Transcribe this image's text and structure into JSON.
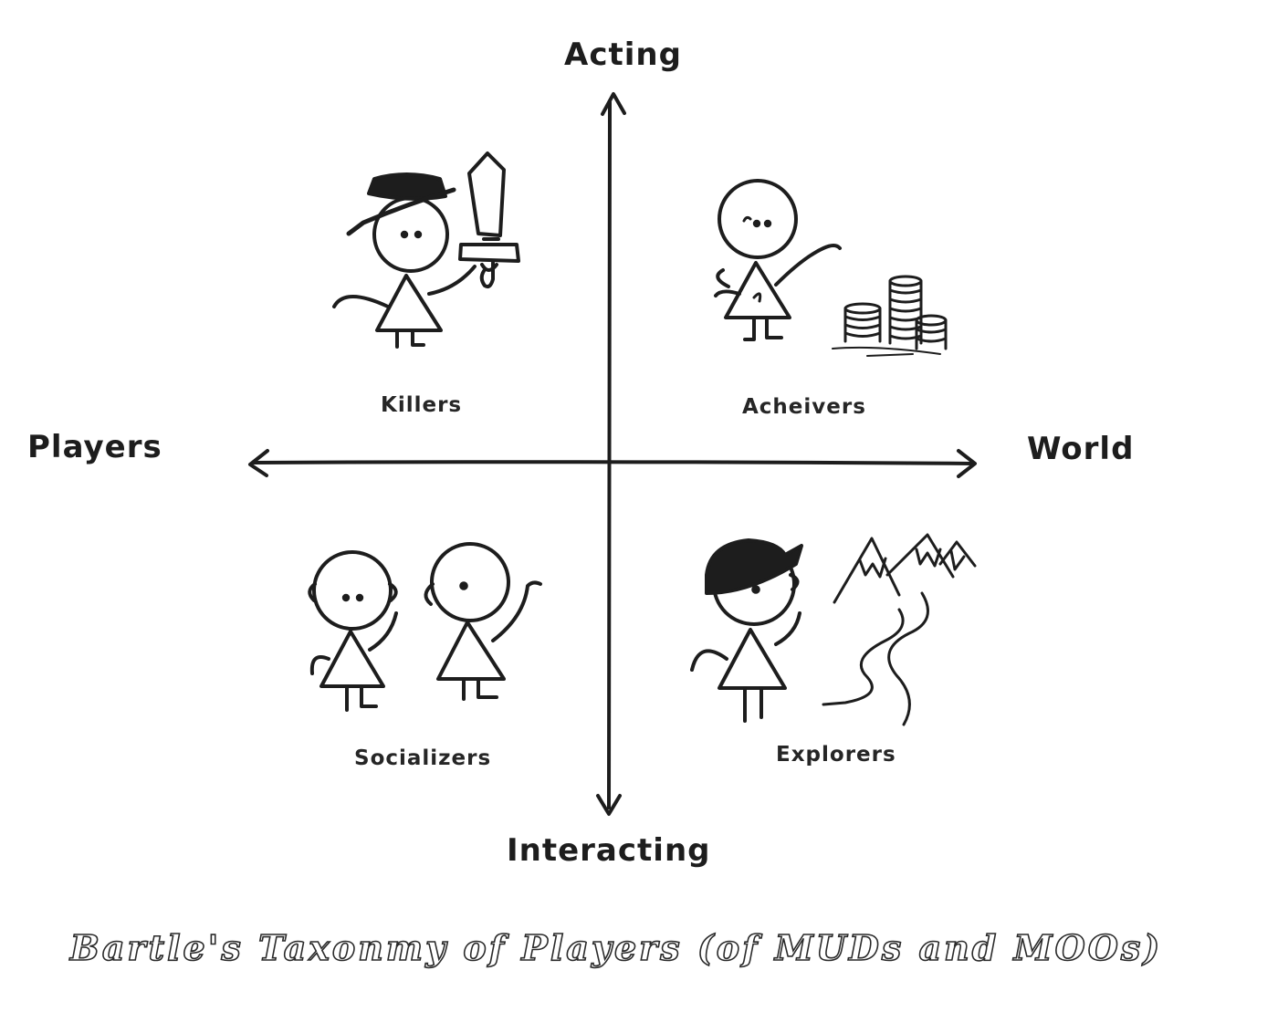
{
  "axes": {
    "top": "Acting",
    "bottom": "Interacting",
    "left": "Players",
    "right": "World"
  },
  "quadrants": {
    "top_left": "Killers",
    "top_right": "Acheivers",
    "bottom_left": "Socializers",
    "bottom_right": "Explorers"
  },
  "caption": "Bartle's Taxonmy of Players (of MUDs and MOOs)",
  "icons": {
    "killer": "stick-figure-with-hat-and-sword",
    "achiever": "stick-figure-with-coin-stacks",
    "socializers": "two-stick-figures-waving",
    "explorer": "stick-figure-with-cap-and-mountains"
  },
  "colors": {
    "ink": "#1d1d1d",
    "paper": "#ffffff"
  }
}
